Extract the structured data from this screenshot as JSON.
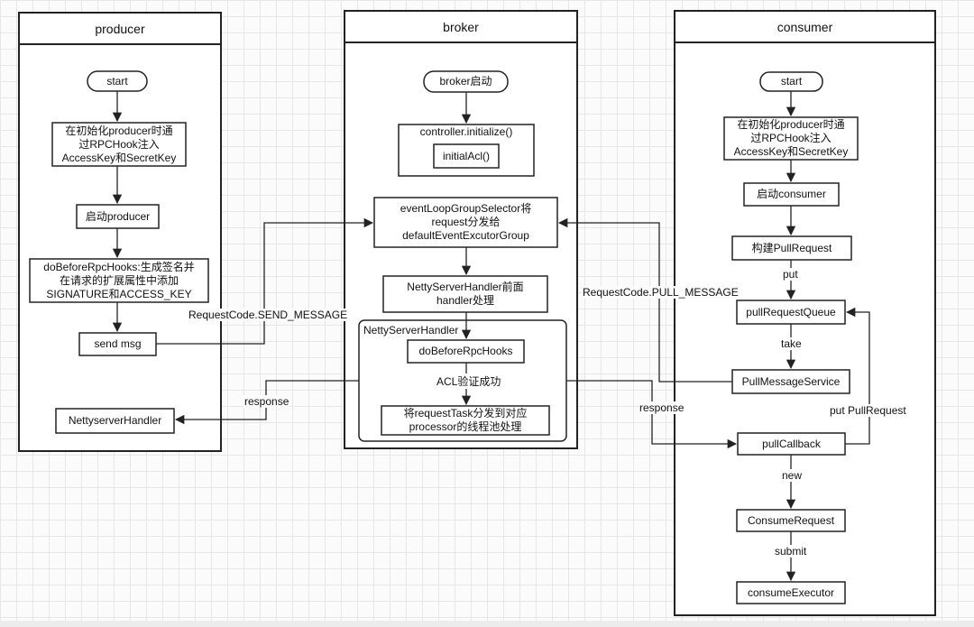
{
  "lanes": {
    "producer": "producer",
    "broker": "broker",
    "consumer": "consumer"
  },
  "producer": {
    "start": "start",
    "init": "在初始化producer时通\n过RPCHook注入\nAccessKey和SecretKey",
    "launch": "启动producer",
    "sign": "doBeforeRpcHooks:生成签名并\n在请求的扩展属性中添加\nSIGNATURE和ACCESS_KEY",
    "send": "send msg",
    "handler": "NettyserverHandler"
  },
  "broker": {
    "start": "broker启动",
    "controller": "controller.initialize()",
    "initAcl": "initialAcl()",
    "selector": "eventLoopGroupSelector将\nrequest分发给\ndefaultEventExcutorGroup",
    "pre": "NettyServerHandler前面\nhandler处理",
    "group": "NettyServerHandler",
    "hooks": "doBeforeRpcHooks",
    "dispatch": "将requestTask分发到对应\nprocessor的线程池处理"
  },
  "consumer": {
    "start": "start",
    "init": "在初始化producer时通\n过RPCHook注入\nAccessKey和SecretKey",
    "launch": "启动consumer",
    "build": "构建PullRequest",
    "queue": "pullRequestQueue",
    "service": "PullMessageService",
    "callback": "pullCallback",
    "request": "ConsumeRequest",
    "executor": "consumeExecutor"
  },
  "edge_labels": {
    "send_message": "RequestCode.SEND_MESSAGE",
    "pull_message": "RequestCode.PULL_MESSAGE",
    "response_left": "response",
    "response_right": "response",
    "acl_ok": "ACL验证成功",
    "put": "put",
    "take": "take",
    "put_pull_request": "put PullRequest",
    "new": "new",
    "submit": "submit"
  }
}
